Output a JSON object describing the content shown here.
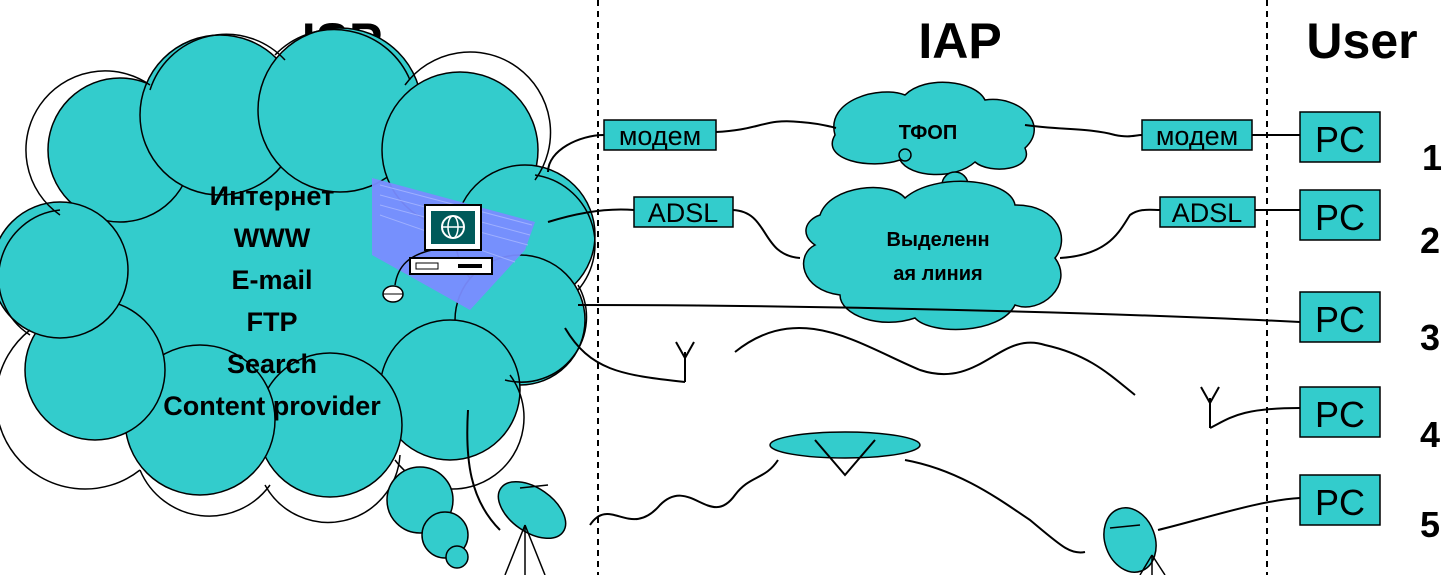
{
  "headers": {
    "isp": "ISP",
    "iap": "IAP",
    "user": "User"
  },
  "isp_cloud": {
    "lines": [
      "Интернет",
      "WWW",
      "E-mail",
      "FTP",
      "Search",
      "Content provider"
    ]
  },
  "iap": {
    "pstn_cloud": "ТФОП",
    "leased_line_cloud": [
      "Выделенн",
      "ая линия"
    ],
    "modem_left": "модем",
    "modem_right": "модем",
    "adsl_left": "ADSL",
    "adsl_right": "ADSL"
  },
  "users": [
    {
      "pc": "PC",
      "num": "1"
    },
    {
      "pc": "PC",
      "num": "2"
    },
    {
      "pc": "PC",
      "num": "3"
    },
    {
      "pc": "PC",
      "num": "4"
    },
    {
      "pc": "PC",
      "num": "5"
    }
  ],
  "colors": {
    "cyan": "#33cccc",
    "beam": "#7a8cff",
    "monitor": "#005a5a"
  }
}
